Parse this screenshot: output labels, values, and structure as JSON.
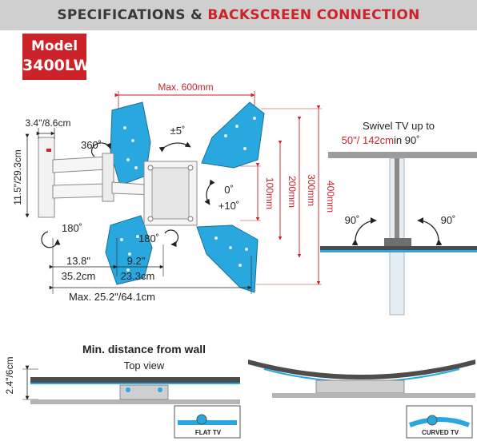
{
  "header": {
    "title_part1": "SPECIFICATIONS & ",
    "title_part2": "BACKSCREEN CONNECTION",
    "accent_color": "#cc2229"
  },
  "model": {
    "label": "Model",
    "number": "3400LW"
  },
  "mount_diagram": {
    "max_width_label": "Max. 600mm",
    "depth_min_label": "3.4\"/8.6cm",
    "height_label": "11.5\"/29.3cm",
    "rotation_label": "360˚",
    "tilt_side_label": "±5˚",
    "tilt_label_0": "0˚",
    "tilt_label_10": "+10˚",
    "swivel_left_label": "180˚",
    "swivel_right_label": "180˚",
    "arm1_inch": "13.8\"",
    "arm2_inch": "9.2\"",
    "arm1_cm": "35.2cm",
    "arm2_cm": "23.3cm",
    "max_extension_label": "Max. 25.2\"/64.1cm",
    "vesa_labels": [
      "100mm",
      "200mm",
      "300mm",
      "400mm"
    ],
    "plate_color": "#29a8e0"
  },
  "swivel": {
    "title": "Swivel TV up to",
    "size_red": "50\"/ 142cm",
    "size_rest": " in 90˚",
    "left_angle": "90˚",
    "right_angle": "90˚"
  },
  "distance": {
    "title": "Min. distance from wall",
    "subtitle": "Top view",
    "measure_label": "2.4\"/6cm",
    "flat_tag": "FLAT TV",
    "curved_tag": "CURVED TV"
  }
}
